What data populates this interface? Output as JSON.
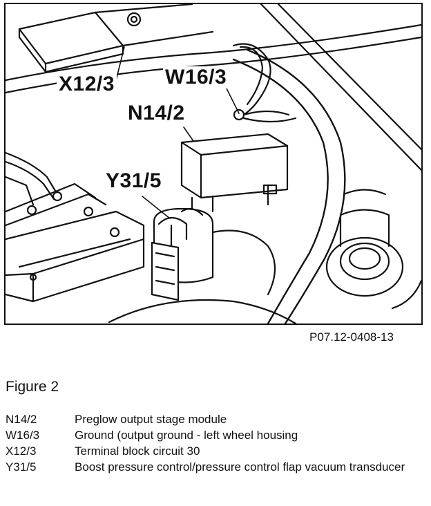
{
  "figure": {
    "callouts": {
      "x12_3": "X12/3",
      "w16_3": "W16/3",
      "n14_2": "N14/2",
      "y31_5": "Y31/5"
    },
    "reference": "P07.12-0408-13"
  },
  "caption": "Figure 2",
  "legend": [
    {
      "code": "N14/2",
      "description": "Preglow output stage module"
    },
    {
      "code": "W16/3",
      "description": "Ground (output ground - left wheel housing"
    },
    {
      "code": "X12/3",
      "description": "Terminal block circuit 30"
    },
    {
      "code": "Y31/5",
      "description": "Boost pressure control/pressure control flap vacuum transducer"
    }
  ]
}
